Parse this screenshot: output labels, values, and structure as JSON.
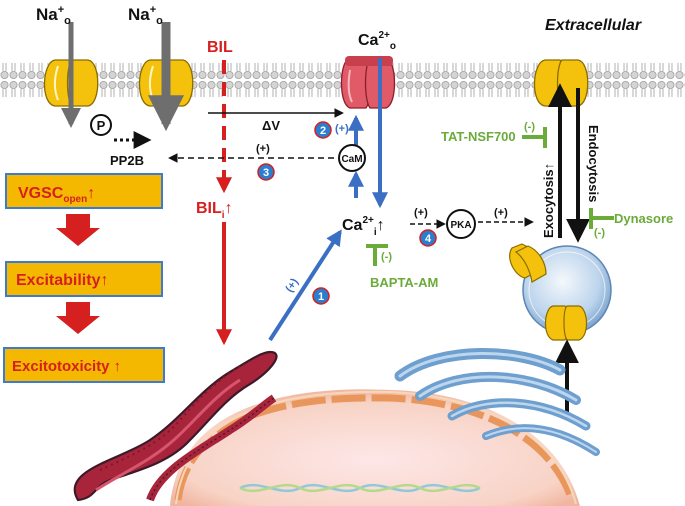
{
  "labels": {
    "na_left": "Na",
    "na_right": "Na",
    "na_sup": "+",
    "na_sub": "o",
    "extracellular": "Extracellular",
    "ca_out": "Ca",
    "ca_out_sup": "2+",
    "ca_out_sub": "o",
    "bil": "BIL",
    "bil_i": "BIL",
    "bil_i_sub": "i",
    "up_arrow": "↑",
    "phospho": "P",
    "pp2b": "PP2B",
    "delta_v": "ΔV",
    "plus": "(+)",
    "minus": "(-)",
    "cam": "CaM",
    "ca_in": "Ca",
    "ca_in_sup": "2+",
    "ca_in_sub": "i",
    "pka": "PKA",
    "bapta": "BAPTA-AM",
    "tat": "TAT-NSF700",
    "dynasore": "Dynasore",
    "exocytosis": "Exocytosis",
    "endocytosis": "Endocytosis"
  },
  "steps": [
    "1",
    "2",
    "3",
    "4"
  ],
  "boxes": {
    "vgsc": "VGSC",
    "vgsc_sub": "open",
    "excitability": "Excitability",
    "excitotoxicity": "Excitotoxicity"
  },
  "colors": {
    "red": "#d62020",
    "blue": "#3a6fc4",
    "green": "#6aab3a",
    "box_fill": "#f5b800",
    "box_border": "#3a7bd5",
    "channel_yellow": "#f4c20d",
    "channel_red": "#e05a68"
  }
}
